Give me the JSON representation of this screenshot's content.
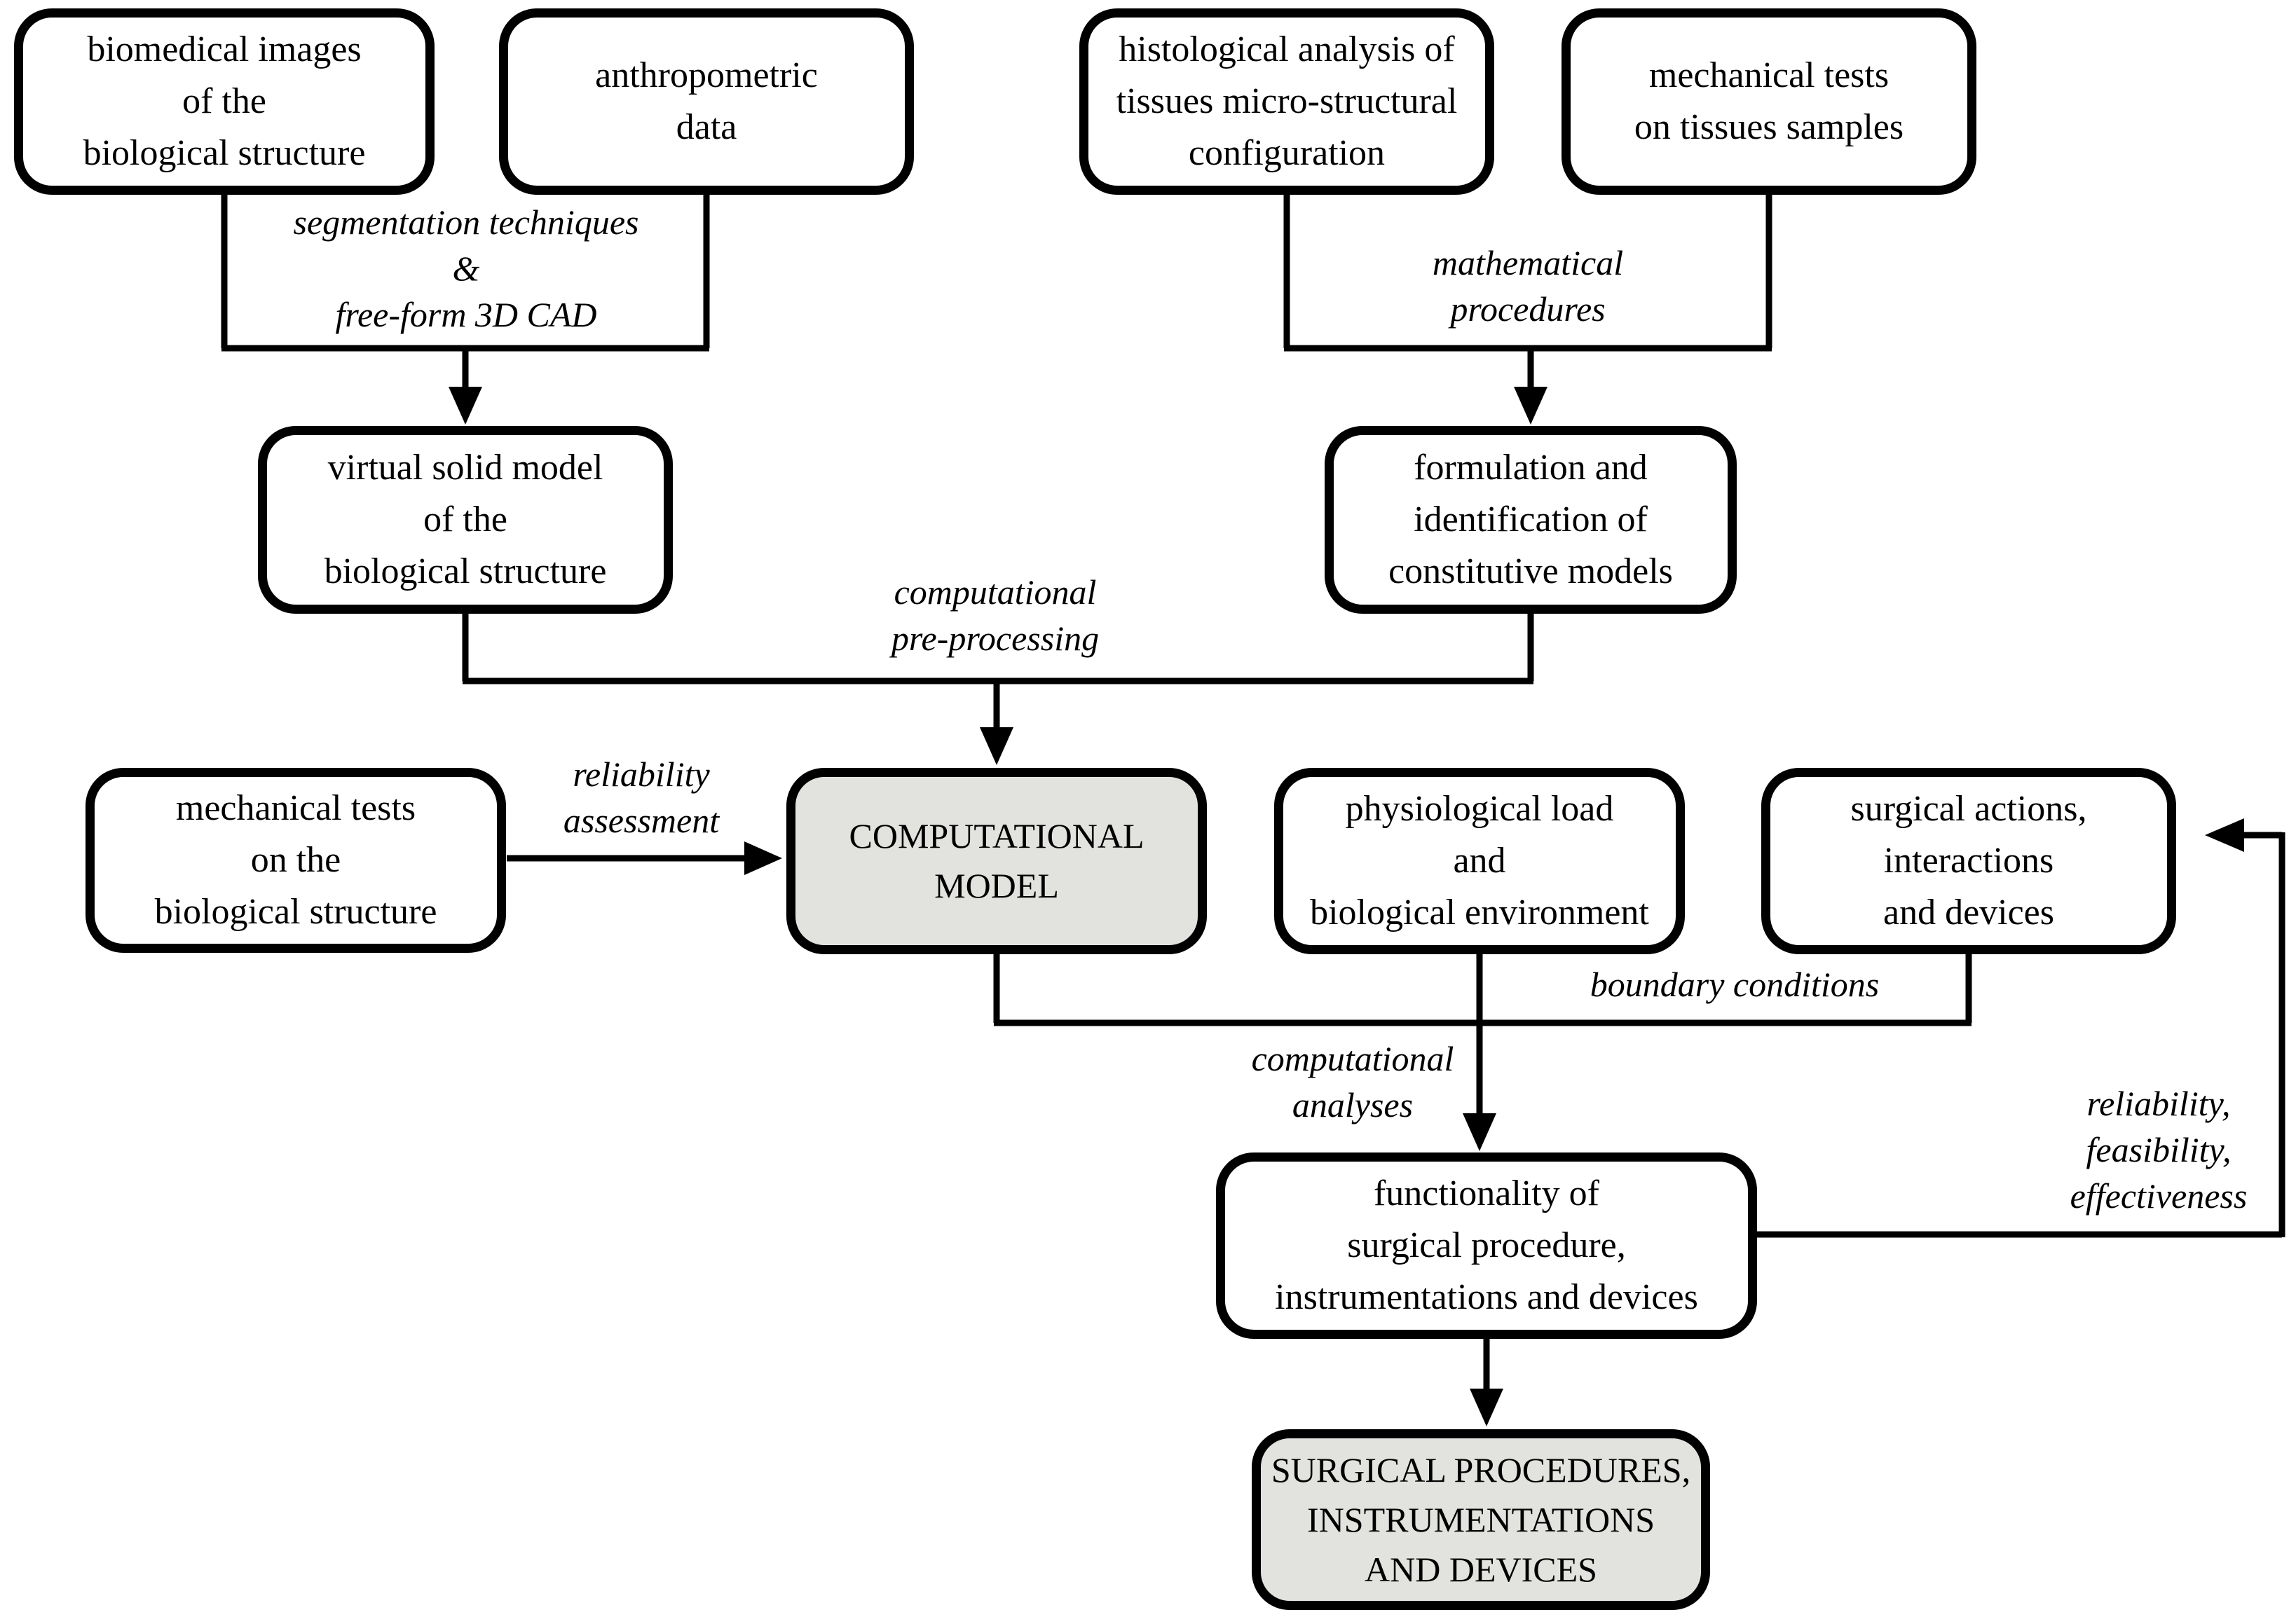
{
  "figure": {
    "type": "flowchart",
    "boxes": {
      "biomedical_images": "biomedical images\nof the\nbiological structure",
      "anthropometric_data": "anthropometric\ndata",
      "histological_analysis": "histological analysis of\ntissues micro-structural\nconfiguration",
      "mechanical_tests_tissues": "mechanical tests\non tissues samples",
      "virtual_solid_model": "virtual solid model\nof the\nbiological structure",
      "formulation_identification": "formulation and\nidentification of\nconstitutive models",
      "mechanical_tests_structure": "mechanical tests\non the\nbiological structure",
      "computational_model": "COMPUTATIONAL\nMODEL",
      "physiological_load": "physiological load\nand\nbiological environment",
      "surgical_actions": "surgical actions,\ninteractions\nand devices",
      "functionality": "functionality of\nsurgical procedure,\ninstrumentations and devices",
      "surgical_procedures": "SURGICAL PROCEDURES,\nINSTRUMENTATIONS\nAND DEVICES"
    },
    "edge_labels": {
      "segmentation": "segmentation techniques\n&\nfree-form 3D CAD",
      "mathematical": "mathematical\nprocedures",
      "pre_processing": "computational\npre-processing",
      "reliability_assessment": "reliability\nassessment",
      "boundary_conditions": "boundary conditions",
      "computational_analyses": "computational\nanalyses",
      "reliability_feasibility_effectiveness": "reliability,\nfeasibility,\neffectiveness"
    },
    "colors": {
      "background": "#ffffff",
      "stroke": "#000000",
      "box_fill": "#ffffff",
      "highlight_fill": "#e2e2df"
    }
  }
}
